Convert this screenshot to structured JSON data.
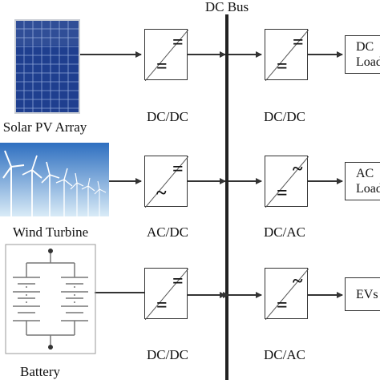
{
  "bus": {
    "label": "DC Bus"
  },
  "sources": [
    {
      "label": "Solar PV Array",
      "converter": "DC/DC",
      "input_symbol": "=",
      "output_symbol": "="
    },
    {
      "label": "Wind Turbine",
      "converter": "AC/DC",
      "input_symbol": "~",
      "output_symbol": "="
    },
    {
      "label": "Battery",
      "converter": "DC/DC",
      "input_symbol": "=",
      "output_symbol": "="
    }
  ],
  "loads": [
    {
      "converter": "DC/DC",
      "input_symbol": "=",
      "output_symbol": "=",
      "line1": "DC",
      "line2": "Loads"
    },
    {
      "converter": "DC/AC",
      "input_symbol": "=",
      "output_symbol": "~",
      "line1": "AC",
      "line2": "Loads"
    },
    {
      "converter": "DC/AC",
      "input_symbol": "=",
      "output_symbol": "~",
      "line1": "EVs",
      "line2": ""
    }
  ],
  "colors": {
    "line": "#333333",
    "solar_panel": "#1f3f8f",
    "sky_top": "#2e6fc0",
    "sky_bottom": "#d9ebf7"
  }
}
